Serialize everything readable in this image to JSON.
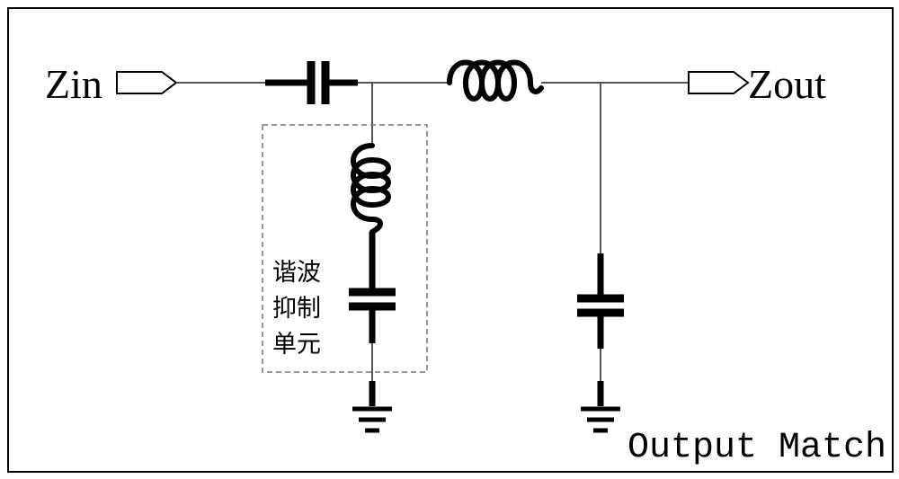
{
  "labels": {
    "input": "Zin",
    "output": "Zout",
    "title": "Output Match"
  },
  "harmonic_unit": {
    "line1": "谐波",
    "line2": "抑制",
    "line3": "单元"
  }
}
